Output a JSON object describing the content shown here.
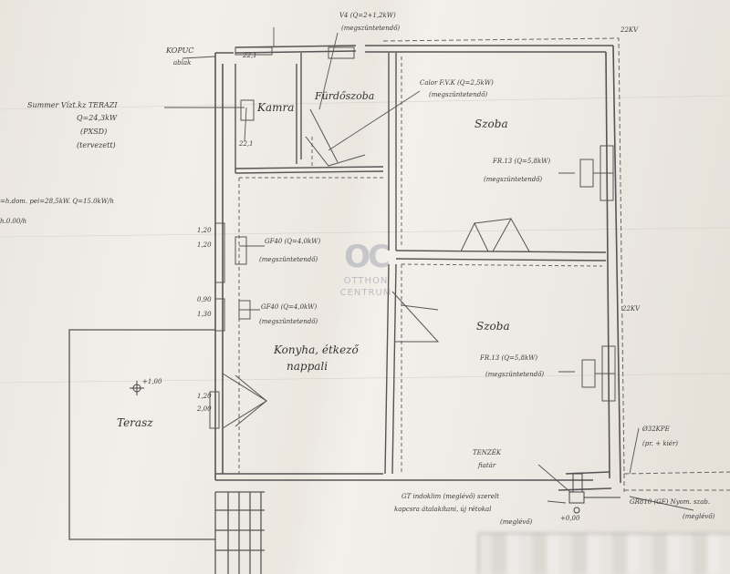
{
  "rooms": {
    "kamra": "Kamra",
    "furdoszoba": "Fürdőszoba",
    "szoba_top": "Szoba",
    "szoba_mid": "Szoba",
    "konyha_line1": "Konyha, étkező",
    "konyha_line2": "nappali",
    "terasz": "Terasz"
  },
  "annotations": {
    "kopuc_1": "KOPUC",
    "kopuc_2": "ablak",
    "v4_1": "V4 (Q=2+1,2kW)",
    "v4_2": "(megszüntetendő)",
    "calor_1": "Calor F.V.K (Q=2,5kW)",
    "calor_2": "(megszüntetendő)",
    "summer_1": "Summer Vízt.kz TERAZI",
    "summer_2": "Q=24,3kW",
    "summer_3": "(PXSD)",
    "summer_4": "(tervezett)",
    "left_1": "=h.dom. pei=28,5kW. Q=15.0kW/h",
    "left_2": "h.0.00/h",
    "fr13_top_1": "FR.13 (Q=5,8kW)",
    "fr13_top_2": "(megszüntetendő)",
    "fr13_mid_1": "FR.13 (Q=5,8kW)",
    "fr13_mid_2": "(megszüntetendő)",
    "gf40_top_1": "GF40 (Q=4,0kW)",
    "gf40_top_2": "(megszüntetendő)",
    "gf40_bot_1": "GF40 (Q=4,0kW)",
    "gf40_bot_2": "(megszüntetendő)",
    "dim_22_1": "22,1",
    "dim_22_2": "22,1",
    "dim_22kv_top": "22KV",
    "dim_22kv_right": "22KV",
    "dim_120a": "1,20",
    "dim_120b": "1,20",
    "dim_090": "0,90",
    "dim_130": "1,30",
    "dim_120c": "1,20",
    "dim_200": "2,00",
    "terasz_level": "+1,00",
    "tenzek_1": "TENZÉK",
    "tenzek_2": "fiatár",
    "gt_1": "GT indoklim (meglévő) szerelt",
    "gt_2": "kapcsra átalakítani, új rétokal",
    "gt_3": "(meglévő)",
    "level_bottom": "+0,00",
    "right_1": "Ø32KPE",
    "right_2": "(pr. + kiér)",
    "right_3": "GR810 (GF) Nyom. szab.",
    "right_4": "(meglévő)"
  },
  "watermark": {
    "line1": "OTTHON",
    "line2": "CENTRUM"
  }
}
